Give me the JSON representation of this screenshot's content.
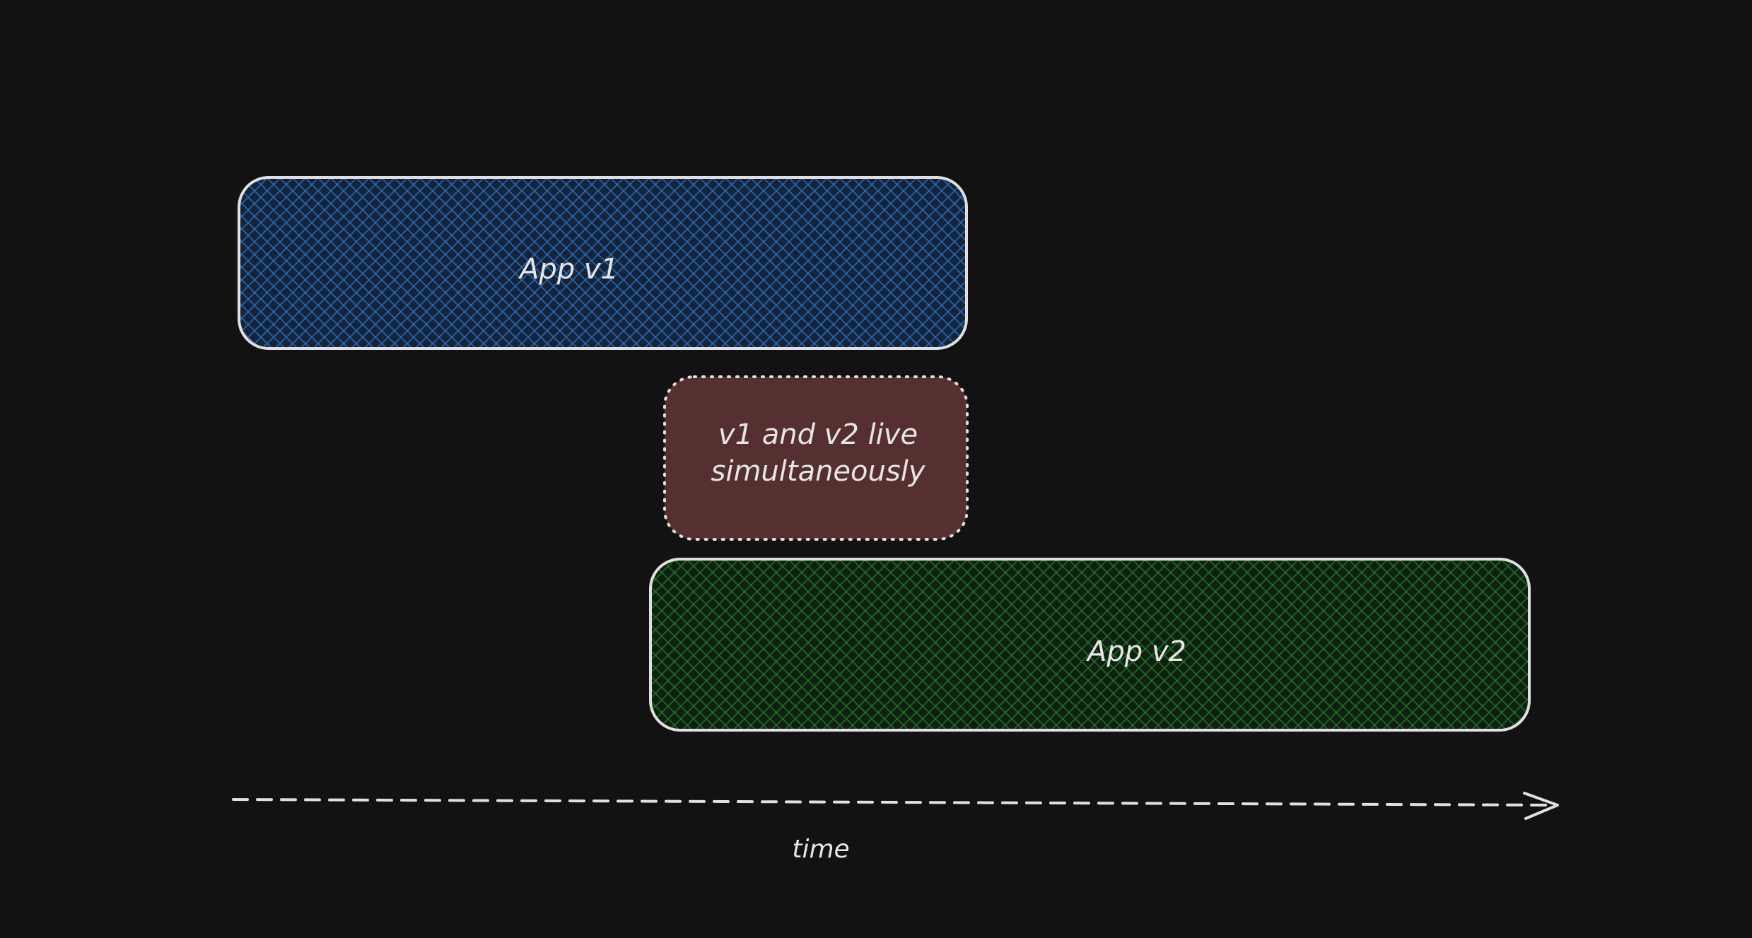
{
  "diagram": {
    "background": "#121212",
    "stroke_color": "#e0e0e0",
    "boxes": [
      {
        "id": "app-v1",
        "label": "App v1",
        "fill": "#1f4f8a",
        "hatch": "cross-hatch"
      },
      {
        "id": "overlap-note",
        "label_lines": [
          "v1 and v2 live",
          "simultaneously"
        ],
        "fill": "#563030",
        "border": "dotted"
      },
      {
        "id": "app-v2",
        "label": "App v2",
        "fill": "#1a5a1e",
        "hatch": "cross-hatch"
      }
    ],
    "axis": {
      "label": "time",
      "style": "dashed-arrow"
    }
  }
}
